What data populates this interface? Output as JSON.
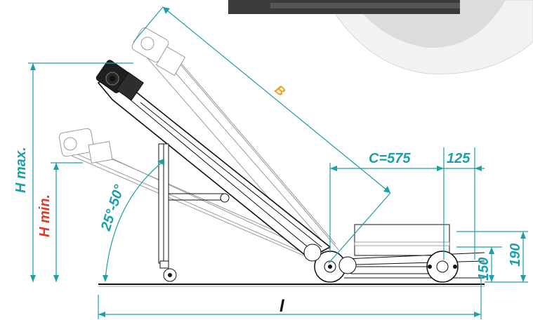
{
  "labels": {
    "b": "B",
    "c": "C=575",
    "c_offset": "125",
    "l": "l",
    "h_max": "H max.",
    "h_min": "H min.",
    "angle": "25°-50°",
    "h150": "150",
    "h190": "190"
  },
  "colors": {
    "dimension": "#1b9fa8",
    "h_min": "#e23a2a",
    "b_label": "#f4a21a",
    "length_label": "#111111"
  }
}
